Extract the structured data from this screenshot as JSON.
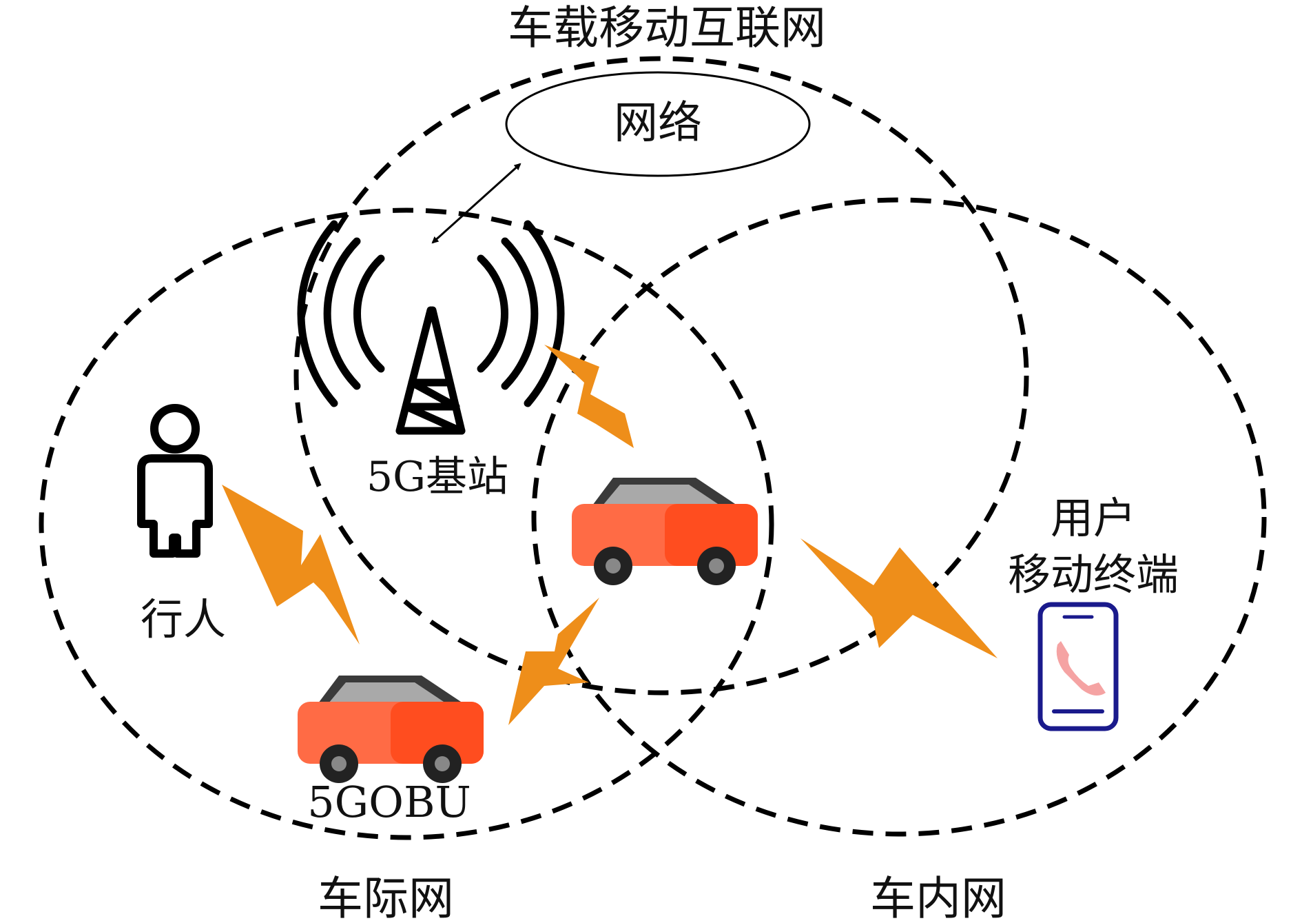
{
  "labels": {
    "internet": "车载移动互联网",
    "network": "网络",
    "base_station": "5G基站",
    "pedestrian": "行人",
    "obu": "5GOBU",
    "user_line1": "用户",
    "user_line2": "移动终端",
    "v2x": "车际网",
    "in_vehicle": "车内网"
  },
  "colors": {
    "lightning": "#EE8E1A",
    "car_body": "#FF6B45",
    "car_body_shade": "#FF4D1F",
    "car_roof": "#3A3A3A",
    "car_window": "#A9A9A9",
    "phone_frame": "#1A1A8C",
    "phone_icon": "#F5A3A3",
    "dashed_line": "#000000"
  },
  "icons": [
    "person-icon",
    "cell-tower-icon",
    "car-icon",
    "phone-icon",
    "lightning-icon",
    "double-arrow-icon"
  ]
}
